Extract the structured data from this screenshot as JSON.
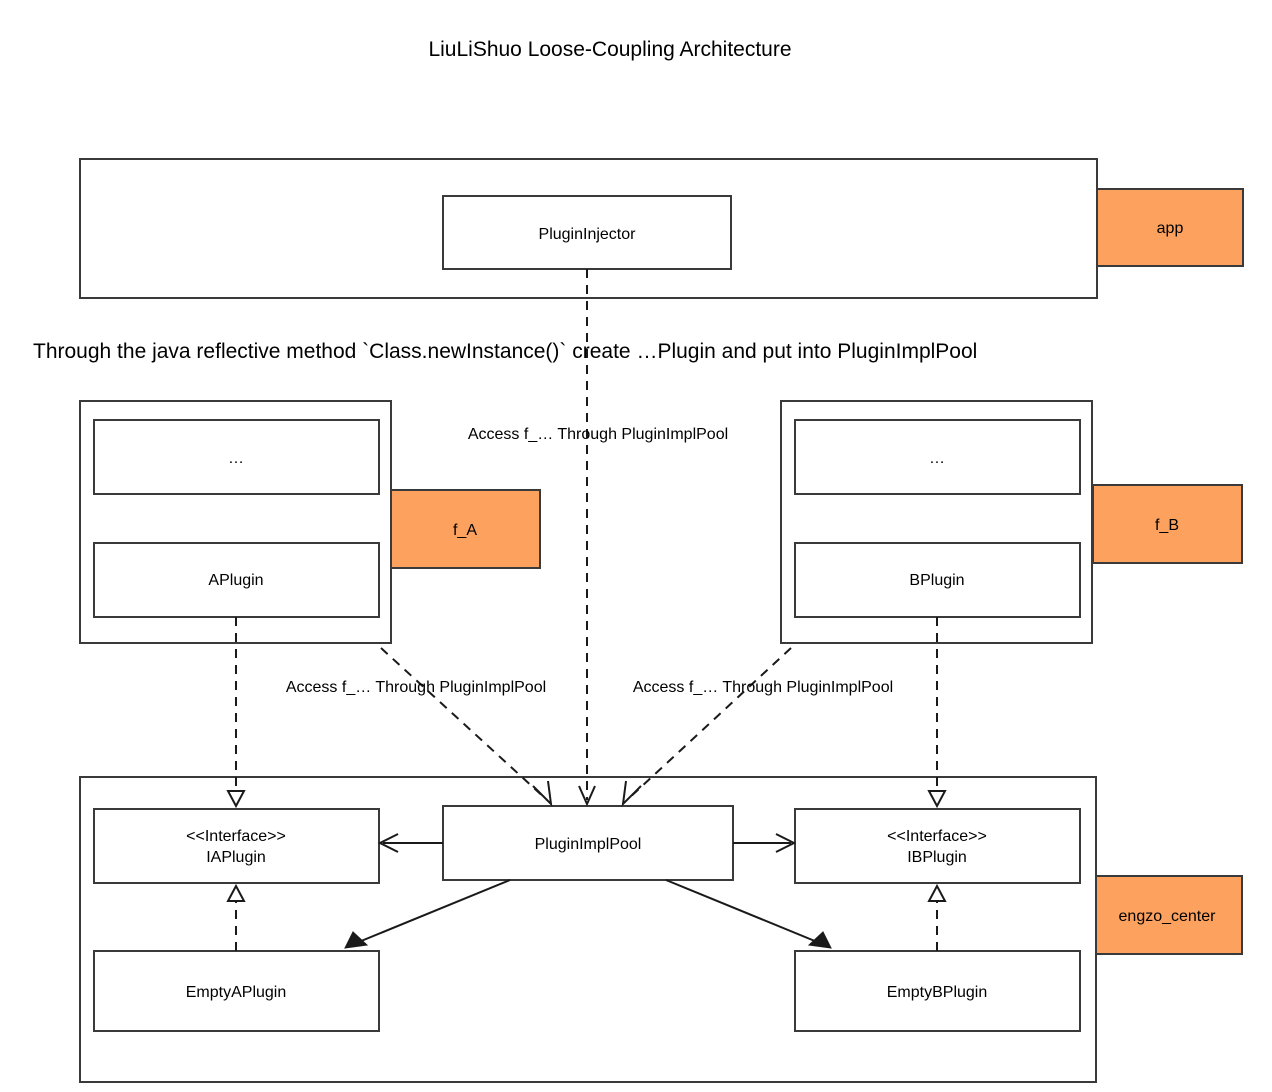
{
  "title": "LiuLiShuo Loose-Coupling Architecture",
  "notes": {
    "reflection": "Through the java reflective method `Class.newInstance()` create …Plugin and put into PluginImplPool"
  },
  "colors": {
    "module_tag_fill": "#FCA15E",
    "stroke": "#3a3a3a",
    "edge": "#1a1a1a",
    "background": "#ffffff"
  },
  "modules": [
    {
      "key": "app",
      "tag_label": "app",
      "nodes": [
        {
          "key": "plugin-injector",
          "label": "PluginInjector"
        }
      ]
    },
    {
      "key": "f_A",
      "tag_label": "f_A",
      "nodes": [
        {
          "key": "f-a-ellipsis",
          "label": "…"
        },
        {
          "key": "a-plugin",
          "label": "APlugin"
        }
      ]
    },
    {
      "key": "f_B",
      "tag_label": "f_B",
      "nodes": [
        {
          "key": "f-b-ellipsis",
          "label": "…"
        },
        {
          "key": "b-plugin",
          "label": "BPlugin"
        }
      ]
    },
    {
      "key": "engzo_center",
      "tag_label": "engzo_center",
      "nodes": [
        {
          "key": "ia-plugin",
          "stereotype": "<<Interface>>",
          "label": "IAPlugin"
        },
        {
          "key": "plugin-impl-pool",
          "label": "PluginImplPool"
        },
        {
          "key": "ib-plugin",
          "stereotype": "<<Interface>>",
          "label": "IBPlugin"
        },
        {
          "key": "empty-a-plugin",
          "label": "EmptyAPlugin"
        },
        {
          "key": "empty-b-plugin",
          "label": "EmptyBPlugin"
        }
      ]
    }
  ],
  "edge_labels": {
    "injector_to_pool": "Access f_… Through PluginImplPool",
    "a_to_pool": "Access f_… Through PluginImplPool",
    "b_to_pool": "Access f_… Through PluginImplPool"
  }
}
